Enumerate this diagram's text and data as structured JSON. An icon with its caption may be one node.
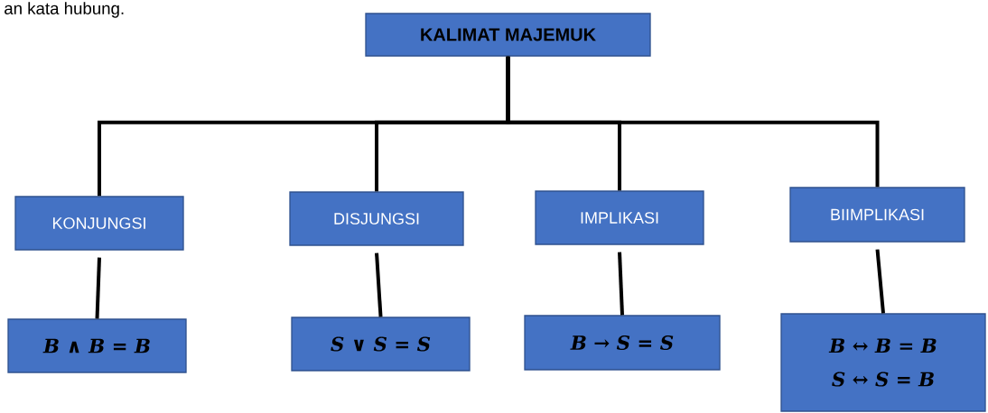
{
  "diagram": {
    "nodes": [
      {
        "text": [
          "KALIMAT MAJEMUK"
        ]
      },
      {
        "text": [
          "KONJUNGSI"
        ]
      },
      {
        "text": [
          "DISJUNGSI"
        ]
      },
      {
        "text": [
          "IMPLIKASI"
        ]
      },
      {
        "text": [
          "BIIMPLIKASI"
        ]
      },
      {
        "text": [
          "B ∧ B = B"
        ]
      },
      {
        "text": [
          "S ∨ S = S"
        ]
      },
      {
        "text": [
          "B → S = S"
        ]
      },
      {
        "text": [
          "B ↔ B = B",
          "S ↔ S = B"
        ]
      }
    ],
    "edges": [
      {
        "from": 0,
        "to": 1,
        "arrow": "none"
      },
      {
        "from": 0,
        "to": 2,
        "arrow": "none"
      },
      {
        "from": 0,
        "to": 3,
        "arrow": "none"
      },
      {
        "from": 0,
        "to": 4,
        "arrow": "none"
      },
      {
        "from": 1,
        "to": 5,
        "arrow": "none"
      },
      {
        "from": 2,
        "to": 6,
        "arrow": "none"
      },
      {
        "from": 3,
        "to": 7,
        "arrow": "none"
      },
      {
        "from": 4,
        "to": 8,
        "arrow": "none"
      }
    ],
    "labels": [
      "an kata hubung."
    ]
  }
}
